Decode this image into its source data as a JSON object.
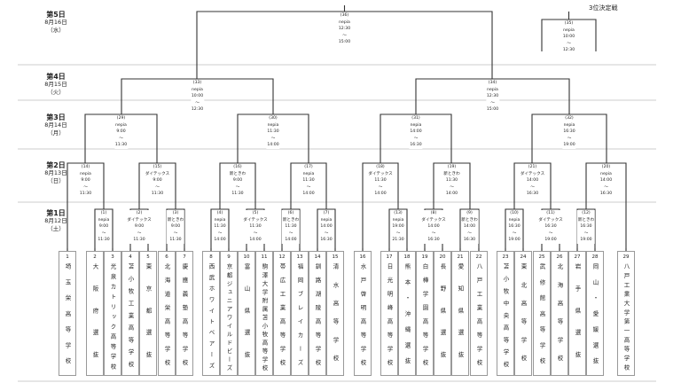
{
  "third_place_title": "3位決定戦",
  "days": [
    {
      "day": "第5日",
      "date": "8月16日",
      "weekday": "（水）"
    },
    {
      "day": "第4日",
      "date": "8月15日",
      "weekday": "（火）"
    },
    {
      "day": "第3日",
      "date": "8月14日",
      "weekday": "（月）"
    },
    {
      "day": "第2日",
      "date": "8月13日",
      "weekday": "（日）"
    },
    {
      "day": "第1日",
      "date": "8月12日",
      "weekday": "（土）"
    }
  ],
  "range_mark": "～",
  "games": {
    "1": {
      "label": "(1)",
      "venue": "nepia",
      "start": "9:00",
      "end": "11:30"
    },
    "2": {
      "label": "(2)",
      "venue": "ダイテックス",
      "start": "9:00",
      "end": "11:30"
    },
    "3": {
      "label": "(3)",
      "venue": "新ときわ",
      "start": "9:00",
      "end": "11:30"
    },
    "4": {
      "label": "(4)",
      "venue": "nepia",
      "start": "11:30",
      "end": "14:00"
    },
    "5": {
      "label": "(5)",
      "venue": "ダイテックス",
      "start": "11:30",
      "end": "14:00"
    },
    "6": {
      "label": "(6)",
      "venue": "新ときわ",
      "start": "11:30",
      "end": "14:00"
    },
    "7": {
      "label": "(7)",
      "venue": "nepia",
      "start": "14:00",
      "end": "16:30"
    },
    "8": {
      "label": "(8)",
      "venue": "ダイテックス",
      "start": "14:00",
      "end": "16:30"
    },
    "9": {
      "label": "(9)",
      "venue": "新ときわ",
      "start": "14:00",
      "end": "16:30"
    },
    "10": {
      "label": "(10)",
      "venue": "nepia",
      "start": "16:30",
      "end": "19:00"
    },
    "11": {
      "label": "(11)",
      "venue": "ダイテックス",
      "start": "16:30",
      "end": "19:00"
    },
    "12": {
      "label": "(12)",
      "venue": "新ときわ",
      "start": "16:30",
      "end": "19:00"
    },
    "13": {
      "label": "(13)",
      "venue": "nepia",
      "start": "19:00",
      "end": "21:30"
    },
    "14": {
      "label": "(14)",
      "venue": "nepia",
      "start": "9:00",
      "end": "11:30"
    },
    "15": {
      "label": "(15)",
      "venue": "ダイテックス",
      "start": "9:00",
      "end": "11:30"
    },
    "16": {
      "label": "(16)",
      "venue": "新ときわ",
      "start": "9:00",
      "end": "11:30"
    },
    "17": {
      "label": "(17)",
      "venue": "nepia",
      "start": "11:30",
      "end": "14:00"
    },
    "18": {
      "label": "(18)",
      "venue": "ダイテックス",
      "start": "11:30",
      "end": "14:00"
    },
    "19": {
      "label": "(19)",
      "venue": "新ときわ",
      "start": "11:30",
      "end": "14:00"
    },
    "20": {
      "label": "(20)",
      "venue": "nepia",
      "start": "14:00",
      "end": "16:30"
    },
    "21": {
      "label": "(21)",
      "venue": "ダイテックス",
      "start": "14:00",
      "end": "16:30"
    },
    "29": {
      "label": "(29)",
      "venue": "nepia",
      "start": "9:00",
      "end": "11:30"
    },
    "30": {
      "label": "(30)",
      "venue": "nepia",
      "start": "11:30",
      "end": "14:00"
    },
    "31": {
      "label": "(31)",
      "venue": "nepia",
      "start": "14:00",
      "end": "16:30"
    },
    "32": {
      "label": "(32)",
      "venue": "nepia",
      "start": "16:30",
      "end": "19:00"
    },
    "33": {
      "label": "(33)",
      "venue": "nepia",
      "start": "10:00",
      "end": "12:30"
    },
    "34": {
      "label": "(34)",
      "venue": "nepia",
      "start": "12:30",
      "end": "15:00"
    },
    "35": {
      "label": "(35)",
      "venue": "nepia",
      "start": "10:00",
      "end": "12:30"
    },
    "36": {
      "label": "(36)",
      "venue": "nepia",
      "start": "12:30",
      "end": "15:00"
    }
  },
  "teams": [
    {
      "num": "1",
      "name": "埼玉栄高等学校"
    },
    {
      "num": "2",
      "name": "大阪府選抜"
    },
    {
      "num": "3",
      "name": "光泉カトリック高等学校"
    },
    {
      "num": "4",
      "name": "苫小牧工業高等学校"
    },
    {
      "num": "5",
      "name": "東京都選抜"
    },
    {
      "num": "6",
      "name": "北海道栄高等学校"
    },
    {
      "num": "7",
      "name": "慶應義塾高等学校"
    },
    {
      "num": "8",
      "name": "西武ホワイトベアーズ"
    },
    {
      "num": "9",
      "name": "京都ジュニアワイルドビーズ"
    },
    {
      "num": "10",
      "name": "富山県選抜"
    },
    {
      "num": "11",
      "name": "駒澤大学附属苫小牧高等学校"
    },
    {
      "num": "12",
      "name": "帯広工業高等学校"
    },
    {
      "num": "13",
      "name": "福岡ブレイカーズ"
    },
    {
      "num": "14",
      "name": "釧路湖陵高等学校"
    },
    {
      "num": "15",
      "name": "清水高等学校"
    },
    {
      "num": "16",
      "name": "水戸啓明高等学校"
    },
    {
      "num": "17",
      "name": "日光明峰高等学校"
    },
    {
      "num": "18",
      "name": "熊本・沖縄選抜"
    },
    {
      "num": "19",
      "name": "白樺学園高等学校"
    },
    {
      "num": "20",
      "name": "長野県選抜"
    },
    {
      "num": "21",
      "name": "愛知県選抜"
    },
    {
      "num": "22",
      "name": "八戸工業高等学校"
    },
    {
      "num": "23",
      "name": "苫小牧中央高等学校"
    },
    {
      "num": "24",
      "name": "東北高等学校"
    },
    {
      "num": "25",
      "name": "武修館高等学校"
    },
    {
      "num": "26",
      "name": "北海高等学校"
    },
    {
      "num": "27",
      "name": "岩手県選抜"
    },
    {
      "num": "28",
      "name": "岡山・愛媛選抜"
    },
    {
      "num": "29",
      "name": "八戸工業大学第一高等学校"
    }
  ]
}
